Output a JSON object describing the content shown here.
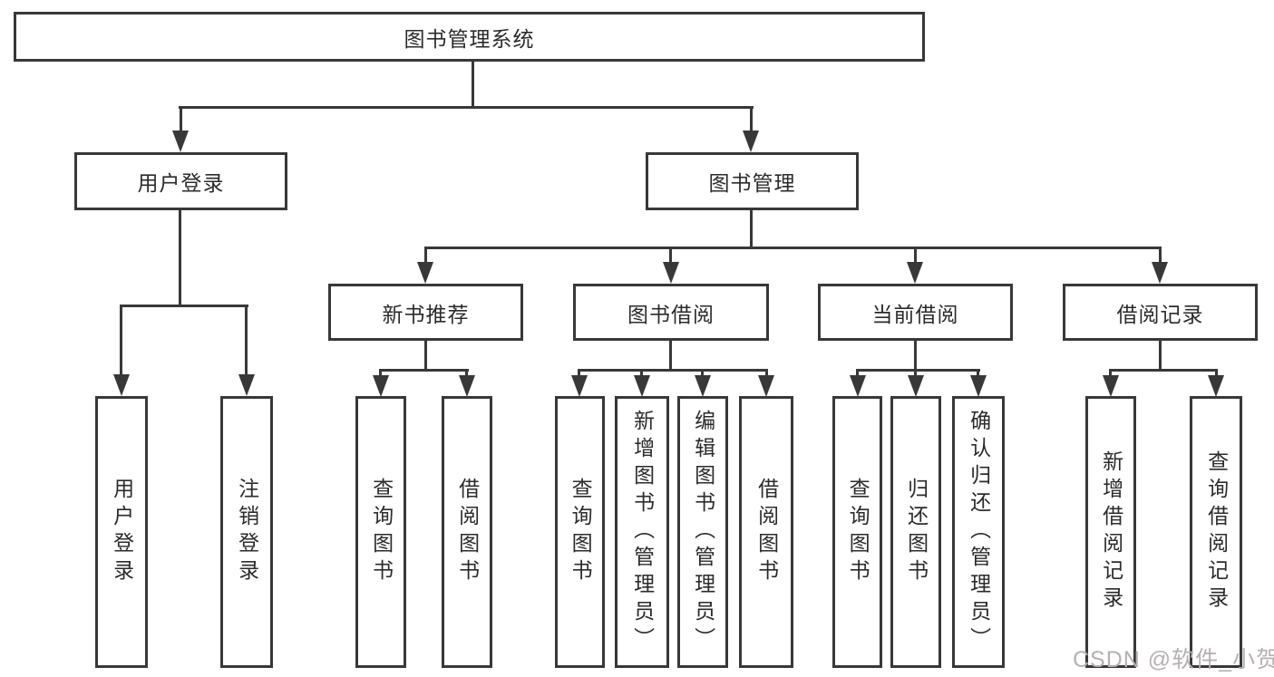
{
  "diagram": {
    "levels": {
      "root": {
        "label": "图书管理系统"
      },
      "branches": [
        {
          "label": "用户登录"
        },
        {
          "label": "图书管理"
        }
      ],
      "modules": [
        {
          "label": "新书推荐"
        },
        {
          "label": "图书借阅"
        },
        {
          "label": "当前借阅"
        },
        {
          "label": "借阅记录"
        }
      ],
      "leaves": {
        "user": [
          "用户登录",
          "注销登录"
        ],
        "newbook": [
          "查询图书",
          "借阅图书"
        ],
        "borrow": [
          "查询图书",
          "新增图书（管理员）",
          "编辑图书（管理员）",
          "借阅图书"
        ],
        "current": [
          "查询图书",
          "归还图书",
          "确认归还（管理员）"
        ],
        "records": [
          "新增借阅记录",
          "查询借阅记录"
        ]
      }
    }
  },
  "watermark": "CSDN @软件_小贺同学",
  "colors": {
    "line": "#383838",
    "text": "#2b2b2b",
    "watermark": "#b7b0b0",
    "background": "#ffffff"
  }
}
